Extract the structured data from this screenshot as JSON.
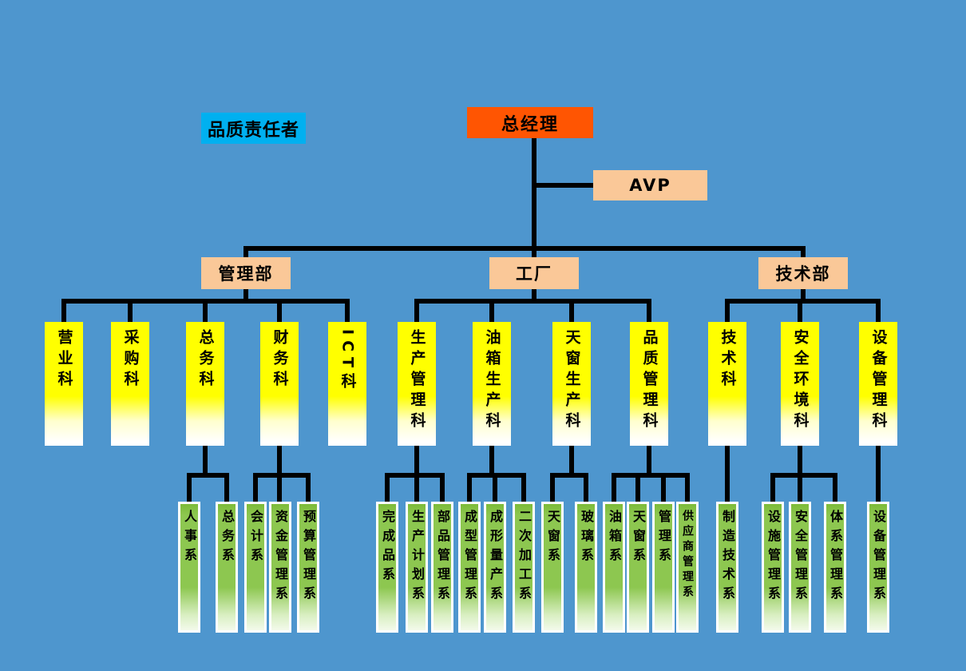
{
  "colors": {
    "background": "#4E96CE",
    "root_box": "#FF5502",
    "secondary_box": "#FAC898",
    "badge_box": "#00B0F0",
    "section_box": "#FFFF00",
    "unit_box": "#8DC750",
    "connector": "#000000",
    "text": "#000000"
  },
  "badge": {
    "label": "品质责任者"
  },
  "top": {
    "root_label": "总经理",
    "avp_label": "AVP"
  },
  "departments": [
    {
      "label": "管理部"
    },
    {
      "label": "工厂"
    },
    {
      "label": "技术部"
    }
  ],
  "sections": [
    {
      "label": "营业科",
      "parent": "管理部"
    },
    {
      "label": "采购科",
      "parent": "管理部"
    },
    {
      "label": "总务科",
      "parent": "管理部"
    },
    {
      "label": "财务科",
      "parent": "管理部"
    },
    {
      "label": "ICT科",
      "parent": "管理部"
    },
    {
      "label": "生产管理科",
      "parent": "工厂"
    },
    {
      "label": "油箱生产科",
      "parent": "工厂"
    },
    {
      "label": "天窗生产科",
      "parent": "工厂"
    },
    {
      "label": "品质管理科",
      "parent": "工厂"
    },
    {
      "label": "技术科",
      "parent": "技术部"
    },
    {
      "label": "安全环境科",
      "parent": "技术部"
    },
    {
      "label": "设备管理科",
      "parent": "技术部"
    }
  ],
  "units": [
    {
      "label": "人事系",
      "parent": "总务科"
    },
    {
      "label": "总务系",
      "parent": "总务科"
    },
    {
      "label": "会计系",
      "parent": "财务科"
    },
    {
      "label": "资金管理系",
      "parent": "财务科"
    },
    {
      "label": "预算管理系",
      "parent": "财务科"
    },
    {
      "label": "完成品系",
      "parent": "生产管理科"
    },
    {
      "label": "生产计划系",
      "parent": "生产管理科"
    },
    {
      "label": "部品管理系",
      "parent": "生产管理科"
    },
    {
      "label": "成型管理系",
      "parent": "油箱生产科"
    },
    {
      "label": "成形量产系",
      "parent": "油箱生产科"
    },
    {
      "label": "二次加工系",
      "parent": "油箱生产科"
    },
    {
      "label": "天窗系",
      "parent": "天窗生产科"
    },
    {
      "label": "玻璃系",
      "parent": "天窗生产科"
    },
    {
      "label": "油箱系",
      "parent": "品质管理科"
    },
    {
      "label": "天窗系",
      "parent": "品质管理科"
    },
    {
      "label": "管理系",
      "parent": "品质管理科"
    },
    {
      "label": "供应商管理系",
      "parent": "品质管理科"
    },
    {
      "label": "制造技术系",
      "parent": "技术科"
    },
    {
      "label": "设施管理系",
      "parent": "安全环境科"
    },
    {
      "label": "安全管理系",
      "parent": "安全环境科"
    },
    {
      "label": "体系管理系",
      "parent": "安全环境科"
    },
    {
      "label": "设备管理系",
      "parent": "设备管理科"
    }
  ]
}
